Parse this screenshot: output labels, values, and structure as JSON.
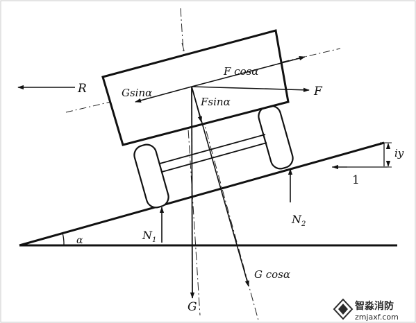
{
  "labels": {
    "R": "R",
    "F": "F",
    "F_cos": "F cosα",
    "G_sin": "Gsinα",
    "F_sin": "Fsinα",
    "G": "G",
    "G_cos": "G cosα",
    "N1_base": "N",
    "N1_sub": "1",
    "N2_base": "N",
    "N2_sub": "2",
    "alpha": "α",
    "iy": "iy",
    "one": "1"
  },
  "watermark": {
    "name": "智淼消防",
    "url": "zmjaxf.com"
  }
}
